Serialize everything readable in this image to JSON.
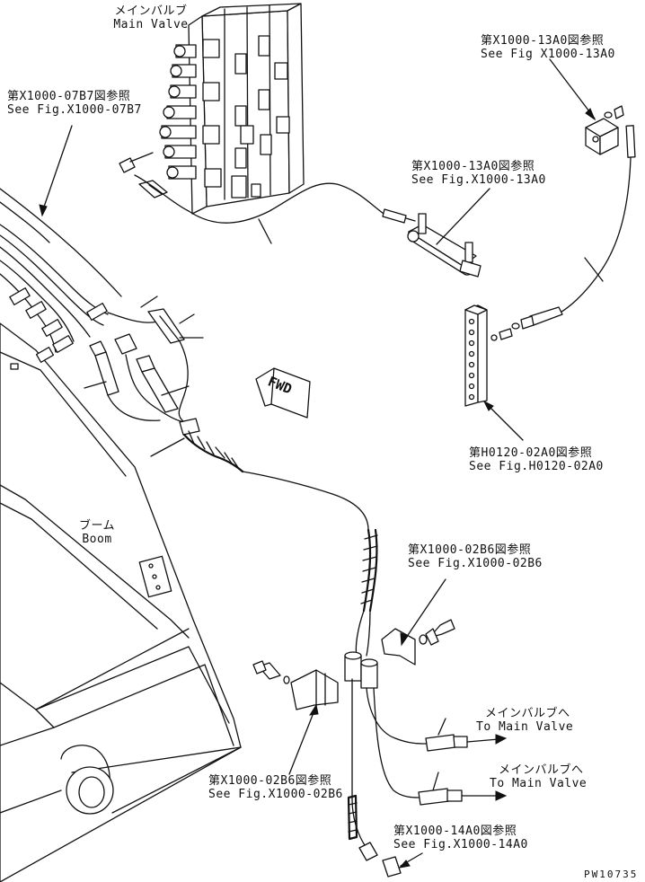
{
  "labels": {
    "main_valve": {
      "jp": "メインバルブ",
      "en": "Main Valve"
    },
    "ref_x1000_07b7": {
      "jp": "第X1000-07B7図参照",
      "en": "See Fig.X1000-07B7"
    },
    "ref_x1000_13a0_top": {
      "jp": "第X1000-13A0図参照",
      "en": "See Fig X1000-13A0"
    },
    "ref_x1000_13a0_mid": {
      "jp": "第X1000-13A0図参照",
      "en": "See Fig.X1000-13A0"
    },
    "ref_h0120_02a0": {
      "jp": "第H0120-02A0図参照",
      "en": "See Fig.H0120-02A0"
    },
    "boom": {
      "jp": "ブーム",
      "en": "Boom"
    },
    "ref_x1000_02b6_right": {
      "jp": "第X1000-02B6図参照",
      "en": "See Fig.X1000-02B6"
    },
    "to_main_valve_1": {
      "jp": "メインバルブへ",
      "en": "To Main Valve"
    },
    "to_main_valve_2": {
      "jp": "メインバルブへ",
      "en": "To Main Valve"
    },
    "ref_x1000_02b6_left": {
      "jp": "第X1000-02B6図参照",
      "en": "See Fig.X1000-02B6"
    },
    "ref_x1000_14a0": {
      "jp": "第X1000-14A0図参照",
      "en": "See Fig.X1000-14A0"
    }
  },
  "fwd_mark": "FWD",
  "drawing_code": "PW10735"
}
